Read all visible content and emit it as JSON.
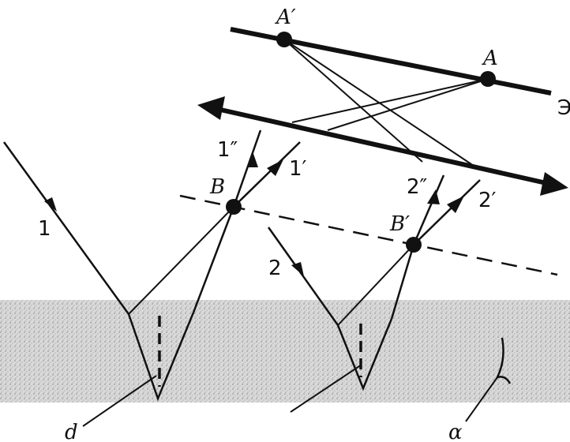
{
  "labels": {
    "A_prime": "A′",
    "A": "A",
    "screen": "Э",
    "B": "B",
    "B_prime": "B′",
    "ray1": "1",
    "ray1_dprime": "1″",
    "ray1_prime": "1′",
    "ray2": "2",
    "ray2_dprime": "2″",
    "ray2_prime": "2′",
    "d": "d",
    "alpha": "α"
  },
  "colors": {
    "ink": "#111111",
    "film": "#c8c8c8",
    "background": "#ffffff"
  }
}
